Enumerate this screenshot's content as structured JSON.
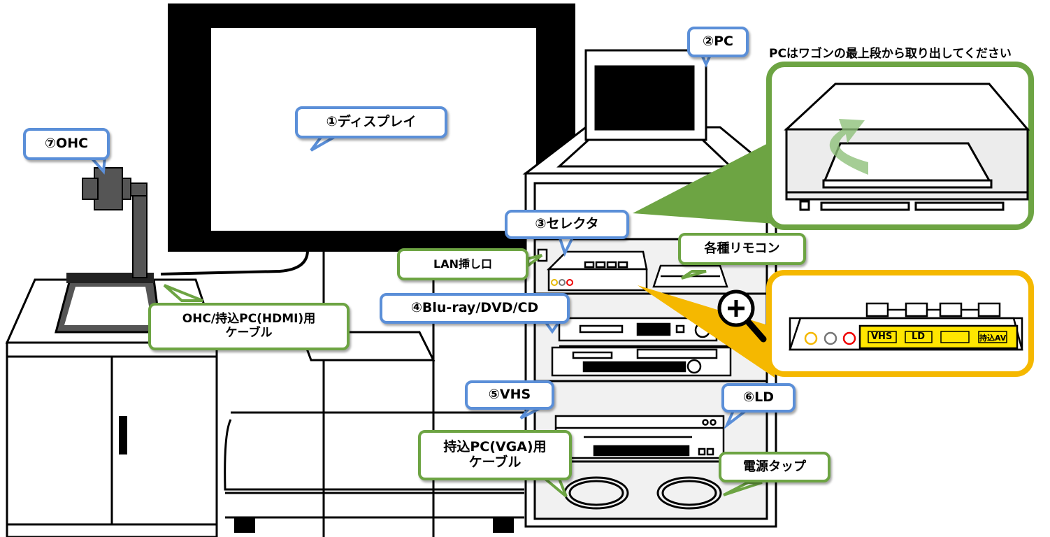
{
  "labels": {
    "display": "①ディスプレイ",
    "pc": "②PC",
    "selector": "③セレクタ",
    "bluray": "④Blu-ray/DVD/CD",
    "vhs": "⑤VHS",
    "ld": "⑥LD",
    "ohc": "⑦OHC",
    "lan_port": "LAN挿し口",
    "remotes": "各種リモコン",
    "ohc_cable": "OHC/持込PC(HDMI)用\nケーブル",
    "vga_cable": "持込PC(VGA)用\nケーブル",
    "power_tap": "電源タップ"
  },
  "notes": {
    "pc_instruction": "PCはワゴンの最上段から取り出してください"
  },
  "selector_detail": {
    "buttons": [
      "VHS",
      "LD",
      "",
      "持込AV"
    ]
  },
  "colors": {
    "callout_blue": "#5b8fd8",
    "callout_green": "#6da443",
    "zoom_yellow": "#f5b800",
    "panel_yellow": "#ffe600"
  },
  "icons": [
    "magnifier-plus-icon"
  ]
}
